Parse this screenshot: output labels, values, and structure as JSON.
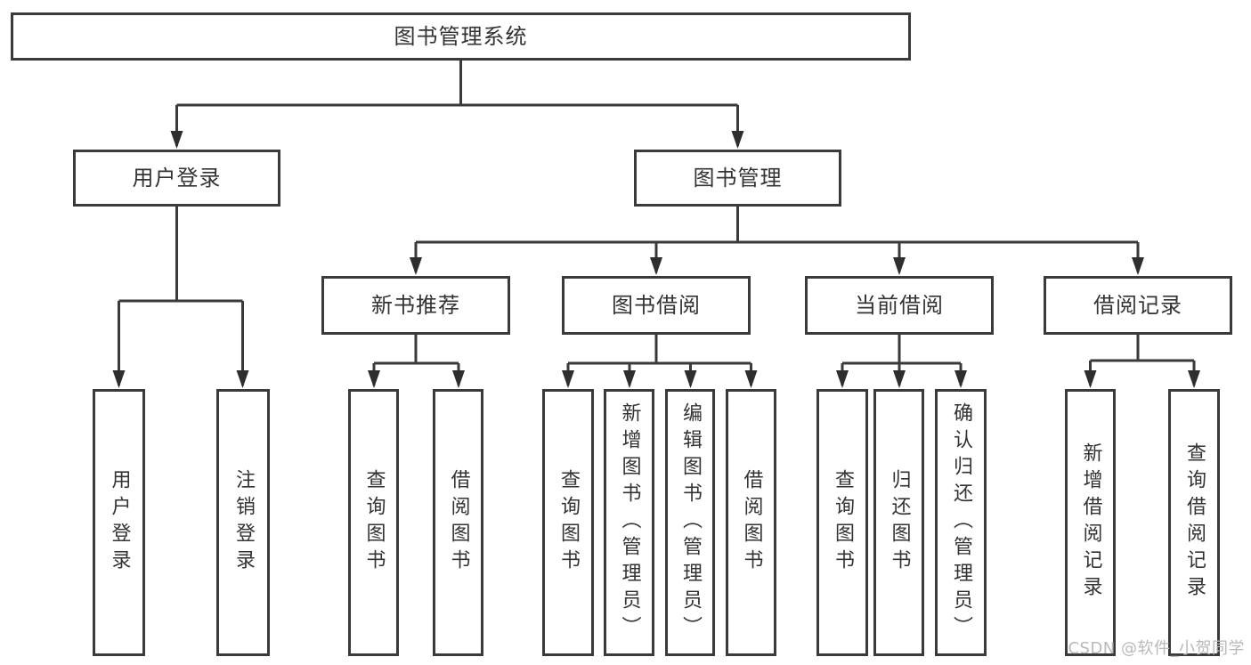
{
  "diagram": {
    "type": "tree-structure-diagram",
    "colors": {
      "line": "#3a3a3a",
      "box_border": "#3a3a3a",
      "text": "#333333",
      "watermark": "#b9b9b9",
      "background": "#ffffff"
    },
    "tree": {
      "label": "图书管理系统",
      "children": [
        {
          "label": "用户登录",
          "children": [
            {
              "label": "用户登录"
            },
            {
              "label": "注销登录"
            }
          ]
        },
        {
          "label": "图书管理",
          "children": [
            {
              "label": "新书推荐",
              "children": [
                {
                  "label": "查询图书"
                },
                {
                  "label": "借阅图书"
                }
              ]
            },
            {
              "label": "图书借阅",
              "children": [
                {
                  "label": "查询图书"
                },
                {
                  "label": "新增图书（管理员）"
                },
                {
                  "label": "编辑图书（管理员）"
                },
                {
                  "label": "借阅图书"
                }
              ]
            },
            {
              "label": "当前借阅",
              "children": [
                {
                  "label": "查询图书"
                },
                {
                  "label": "归还图书"
                },
                {
                  "label": "确认归还（管理员）"
                }
              ]
            },
            {
              "label": "借阅记录",
              "children": [
                {
                  "label": "新增借阅记录"
                },
                {
                  "label": "查询借阅记录"
                }
              ]
            }
          ]
        }
      ]
    },
    "watermark": {
      "text": "CSDN @软件_小贺同学"
    }
  }
}
